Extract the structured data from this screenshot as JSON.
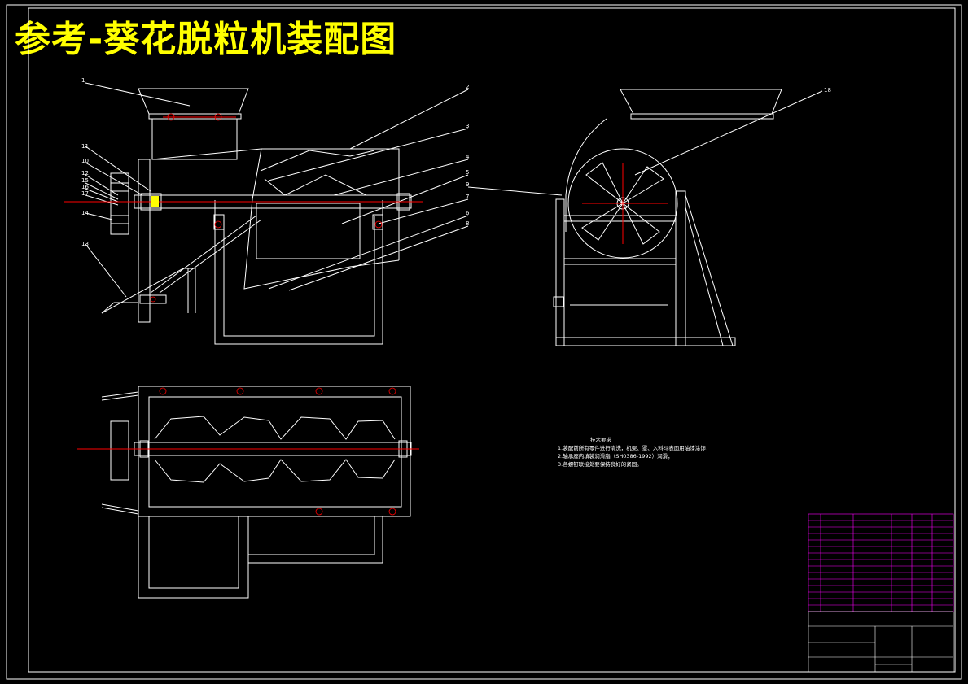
{
  "title": "参考-葵花脱粒机装配图",
  "tech_requirements": {
    "heading": "技术要求",
    "lines": [
      "1.装配前所有零件进行清洗，机架、罩、入料斗表面用油漆涂饰；",
      "2.轴承座内填装润滑脂（SH0386-1992）润滑；",
      "3.各螺钉联接处要保持良好的紧固。"
    ]
  },
  "part_labels": [
    "1",
    "2",
    "3",
    "4",
    "5",
    "6",
    "7",
    "8",
    "9",
    "10",
    "11",
    "12",
    "13",
    "14",
    "15",
    "16",
    "17",
    "18"
  ],
  "colors": {
    "background": "#000000",
    "outline": "#ffffff",
    "title": "#ffff00",
    "centerline": "#ff0000",
    "table": "#ff00ff"
  }
}
